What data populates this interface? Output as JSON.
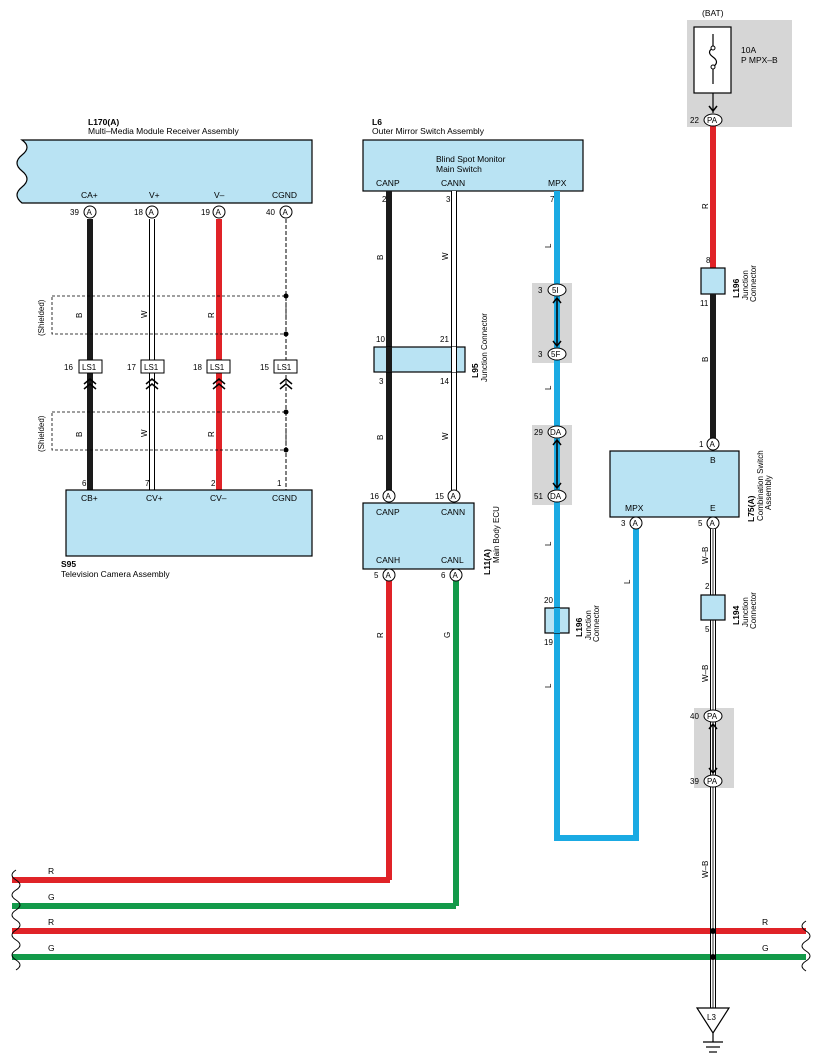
{
  "colors": {
    "black": "#1a1a1a",
    "red": "#e02328",
    "blue": "#1aaae3",
    "green": "#139a4a",
    "white_wire": "#ffffff",
    "box_fill": "#b9e3f3",
    "shade": "#d6d6d6"
  },
  "components": {
    "l170": {
      "code": "L170(A)",
      "name": "Multi–Media Module Receiver Assembly",
      "terms": [
        "CA+",
        "V+",
        "V–",
        "CGND"
      ],
      "pins": [
        "39",
        "18",
        "19",
        "40"
      ],
      "conn": "A"
    },
    "s95": {
      "code": "S95",
      "name": "Television Camera Assembly",
      "terms": [
        "CB+",
        "CV+",
        "CV–",
        "CGND"
      ],
      "pins": [
        "6",
        "7",
        "2",
        "1"
      ]
    },
    "ls1": {
      "label": "LS1",
      "pins": [
        "16",
        "17",
        "18",
        "15"
      ]
    },
    "shielded": "(Shielded)",
    "wires_left": [
      "B",
      "W",
      "R"
    ],
    "l6": {
      "code": "L6",
      "name": "Outer Mirror Switch Assembly",
      "inner_1": "Blind Spot Monitor",
      "inner_2": "Main Switch",
      "terms": [
        "CANP",
        "CANN",
        "MPX"
      ],
      "pins": [
        "2",
        "3",
        "7"
      ]
    },
    "l95": {
      "code": "L95",
      "name": "Junction Connector",
      "top_pins": [
        "10",
        "21"
      ],
      "bot_pins": [
        "3",
        "14"
      ]
    },
    "l11": {
      "code": "L11(A)",
      "name": "Main Body ECU",
      "top_terms": [
        "CANP",
        "CANN"
      ],
      "top_pins": [
        "16",
        "15"
      ],
      "bot_terms": [
        "CANH",
        "CANL"
      ],
      "bot_pins": [
        "5",
        "6"
      ],
      "conn": "A"
    },
    "mid_wires": [
      "B",
      "W",
      "B",
      "W",
      "R",
      "G"
    ],
    "blue_wire": "L",
    "inline_5": {
      "pin_a": "3",
      "label_a": "5I",
      "pin_b": "3",
      "label_b": "5F"
    },
    "inline_da": {
      "pin_a": "29",
      "label_a": "DA",
      "pin_b": "51",
      "label_b": "DA"
    },
    "l196_mid": {
      "code": "L196",
      "name_1": "Junction",
      "name_2": "Connector",
      "top_pin": "20",
      "bot_pin": "19"
    },
    "bat": {
      "label": "(BAT)",
      "fuse_1": "10A",
      "fuse_2": "P MPX–B",
      "pin": "22",
      "conn": "PA"
    },
    "l196_right": {
      "code": "L196",
      "name_1": "Junction",
      "name_2": "Connector",
      "top_pin": "8",
      "bot_pin": "11"
    },
    "l75": {
      "code": "L75(A)",
      "name_1": "Combination Switch",
      "name_2": "Assembly",
      "top_term": "B",
      "top_pin": "1",
      "terms": [
        "MPX",
        "E"
      ],
      "pins": [
        "3",
        "5"
      ],
      "conn": "A"
    },
    "l194": {
      "code": "L194",
      "name_1": "Junction",
      "name_2": "Connector",
      "top_pin": "2",
      "bot_pin": "5"
    },
    "inline_pa": {
      "pin_a": "40",
      "label_a": "PA",
      "pin_b": "39",
      "label_b": "PA"
    },
    "right_wires": [
      "R",
      "B",
      "W–B",
      "W–B",
      "W–B"
    ],
    "bus": [
      "R",
      "G",
      "R",
      "G",
      "R",
      "G"
    ],
    "ground": "L3"
  }
}
